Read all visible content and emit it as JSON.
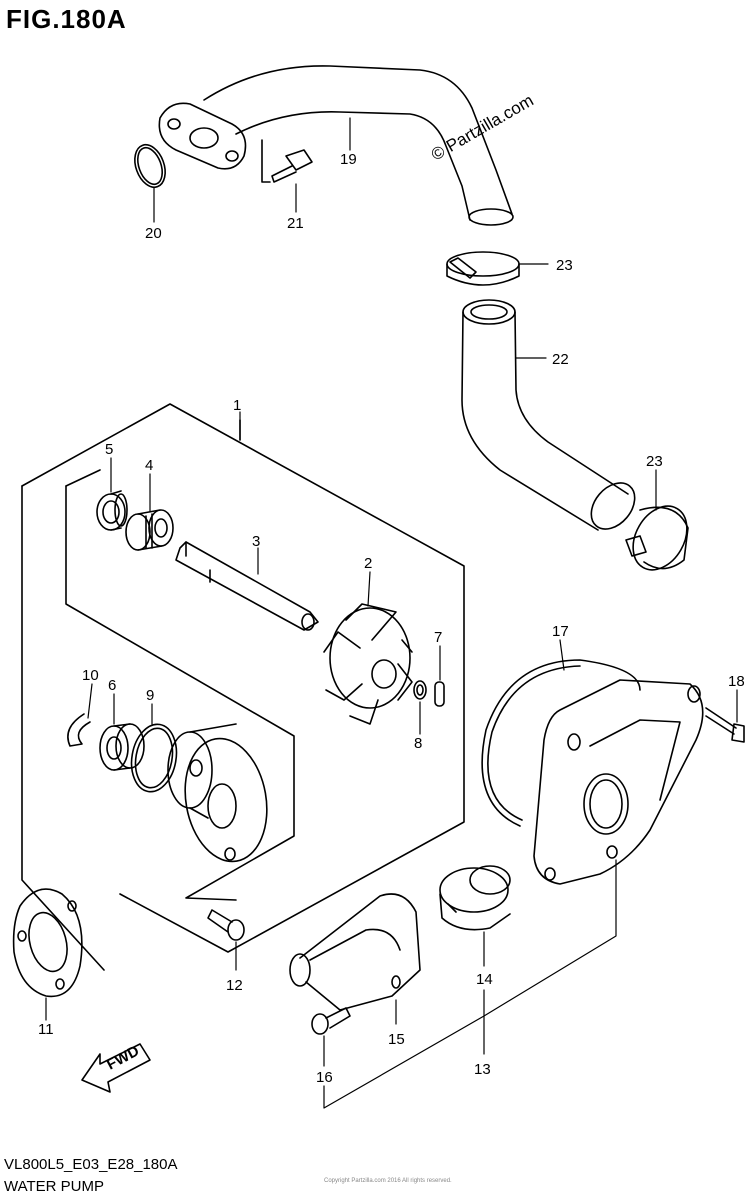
{
  "figure": {
    "title": "FIG.180A",
    "watermark": "© Partzilla.com",
    "code": "VL800L5_E03_E28_180A",
    "name": "WATER PUMP",
    "fine_print": "Copyright Partzilla.com 2016 All rights reserved."
  },
  "callouts": {
    "c1": "1",
    "c2": "2",
    "c3": "3",
    "c4": "4",
    "c5": "5",
    "c6": "6",
    "c7": "7",
    "c8": "8",
    "c9": "9",
    "c10": "10",
    "c11": "11",
    "c12": "12",
    "c13": "13",
    "c14": "14",
    "c15": "15",
    "c16": "16",
    "c17": "17",
    "c18": "18",
    "c19": "19",
    "c20": "20",
    "c21": "21",
    "c22": "22",
    "c23a": "23",
    "c23b": "23"
  },
  "fwd_label": "FWD"
}
